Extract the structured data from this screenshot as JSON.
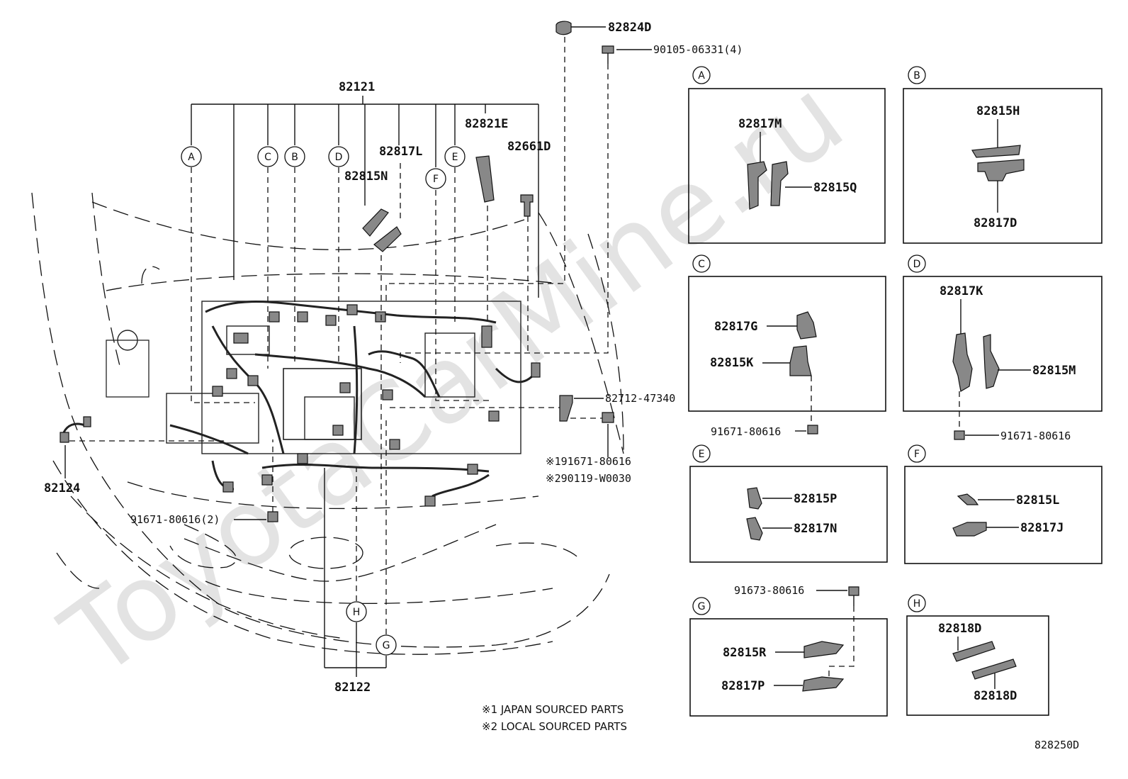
{
  "diagram": {
    "main_labels": {
      "harness_main": "82121",
      "harness_front": "82122",
      "sensor_wire": "82124",
      "p82824d": "82824D",
      "p90105": "90105-06331(4)",
      "p82821e": "82821E",
      "p82661d": "82661D",
      "p82817l": "82817L",
      "p82815n": "82815N",
      "p82712": "82712-47340",
      "p91671_j": "※191671-80616",
      "p90119": "※290119-W0030",
      "p91671_2": "91671-80616(2)"
    },
    "callouts": {
      "a": "A",
      "b": "B",
      "c": "C",
      "d": "D",
      "e": "E",
      "f": "F",
      "g": "G",
      "h": "H"
    },
    "detail_boxes": {
      "a": {
        "letter": "A",
        "parts": [
          "82817M",
          "82815Q"
        ]
      },
      "b": {
        "letter": "B",
        "parts": [
          "82815H",
          "82817D"
        ]
      },
      "c": {
        "letter": "C",
        "parts": [
          "82817G",
          "82815K"
        ],
        "bolt": "91671-80616"
      },
      "d": {
        "letter": "D",
        "parts": [
          "82817K",
          "82815M"
        ],
        "bolt": "91671-80616"
      },
      "e": {
        "letter": "E",
        "parts": [
          "82815P",
          "82817N"
        ]
      },
      "f": {
        "letter": "F",
        "parts": [
          "82815L",
          "82817J"
        ]
      },
      "g": {
        "letter": "G",
        "parts": [
          "82815R",
          "82817P"
        ],
        "bolt": "91673-80616"
      },
      "h": {
        "letter": "H",
        "parts": [
          "82818D",
          "82818D"
        ]
      }
    },
    "notes": [
      "※1 JAPAN SOURCED PARTS",
      "※2 LOCAL SOURCED PARTS"
    ],
    "diagram_code": "828250D",
    "watermark": "ToyotaCarMine.ru"
  }
}
